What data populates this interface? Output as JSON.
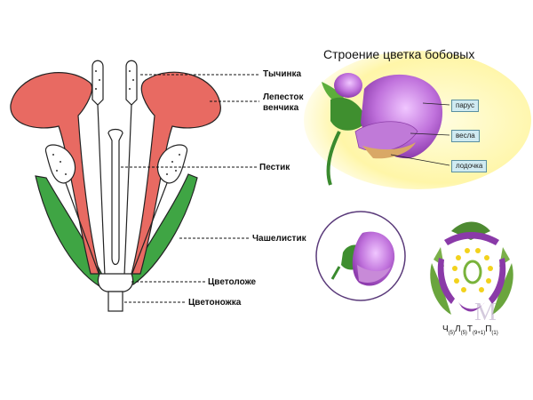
{
  "flower_labels": {
    "stamen": "Тычинка",
    "petal_line1": "Лепесток",
    "petal_line2": "венчика",
    "pistil": "Пестик",
    "sepal": "Чашелистик",
    "receptacle": "Цветоложе",
    "pedicel": "Цветоножка"
  },
  "legume": {
    "title": "Строение цветка бобовых",
    "tags": {
      "banner": "парус",
      "wings": "весла",
      "keel": "лодочка"
    }
  },
  "formula": {
    "ch": "Ч",
    "ch_n": "(5)",
    "l": "Л",
    "l_n": "(5)",
    "t": "Т",
    "t_n": "(9+1)",
    "p": "П",
    "p_n": "(1)"
  },
  "colors": {
    "petal": "#e86a62",
    "sepal": "#3fa544",
    "legume_petal": "#b25fd0",
    "legume_bg": "#fff9c4"
  }
}
